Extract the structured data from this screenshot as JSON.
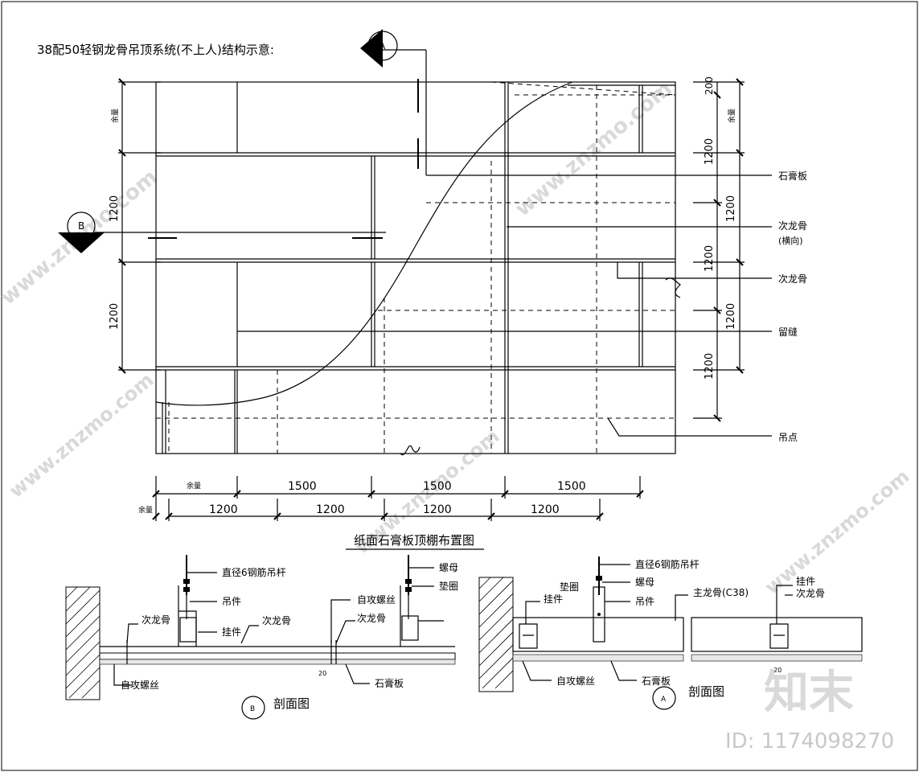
{
  "title": "38配50轻钢龙骨吊顶系统(不上人)结构示意:",
  "plan_title": "纸面石膏板顶棚布置图",
  "markers": {
    "a": "A",
    "b": "B"
  },
  "dims": {
    "margin": "余量",
    "d1500": "1500",
    "d1200": "1200",
    "d200": "200"
  },
  "callouts": {
    "gypsum_board": "石膏板",
    "secondary_keel_horizontal": "次龙骨",
    "horizontal_note": "(横向)",
    "secondary_keel": "次龙骨",
    "gap": "留缝",
    "hang_point": "吊点"
  },
  "section_b": {
    "rod": "直径6钢筋吊杆",
    "hanger": "吊件",
    "clip": "挂件",
    "secondary_keel": "次龙骨",
    "secondary_keel_right": "次龙骨",
    "screw": "自攻螺丝",
    "screw_right": "自攻螺丝",
    "nut": "螺母",
    "washer": "垫圈",
    "gypsum": "石膏板",
    "gap_dim": "20",
    "title": "剖面图"
  },
  "section_a": {
    "rod": "直径6钢筋吊杆",
    "washer": "垫圈",
    "nut": "螺母",
    "hanger": "吊件",
    "clip": "挂件",
    "main_keel": "主龙骨(C38)",
    "clip_right": "挂件",
    "secondary_keel": "次龙骨",
    "screw": "自攻螺丝",
    "gypsum": "石膏板",
    "gap_dim": "20",
    "title": "剖面图"
  },
  "watermark": {
    "brand": "知末",
    "id": "ID: 1174098270",
    "site": "www.znzmo.com"
  }
}
